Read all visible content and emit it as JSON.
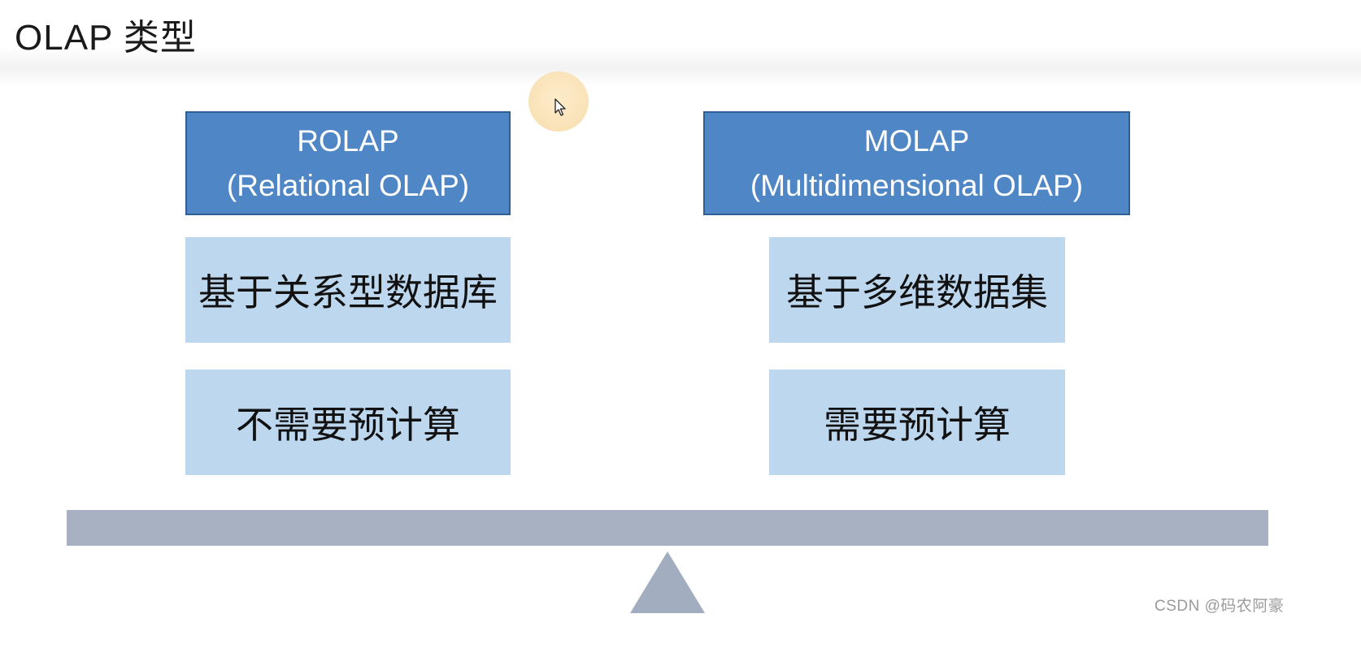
{
  "page": {
    "title": "OLAP 类型",
    "watermark": "CSDN @码农阿豪"
  },
  "columns": [
    {
      "header": {
        "line1": "ROLAP",
        "line2": "(Relational OLAP)"
      },
      "items": [
        "基于关系型数据库",
        "不需要预计算"
      ]
    },
    {
      "header": {
        "line1": "MOLAP",
        "line2": "(Multidimensional OLAP)"
      },
      "items": [
        "基于多维数据集",
        "需要预计算"
      ]
    }
  ],
  "icons": {
    "cursor": "mouse-pointer"
  },
  "colors": {
    "header_fill": "#4f86c6",
    "header_border": "#2e5f94",
    "item_fill": "#bdd7ee",
    "beam": "#a7b1c2",
    "fulcrum": "#a2adc0",
    "cursor_halo": "#fae3ba",
    "title_text": "#1a1a1a",
    "watermark_text": "#9a9a9a"
  }
}
